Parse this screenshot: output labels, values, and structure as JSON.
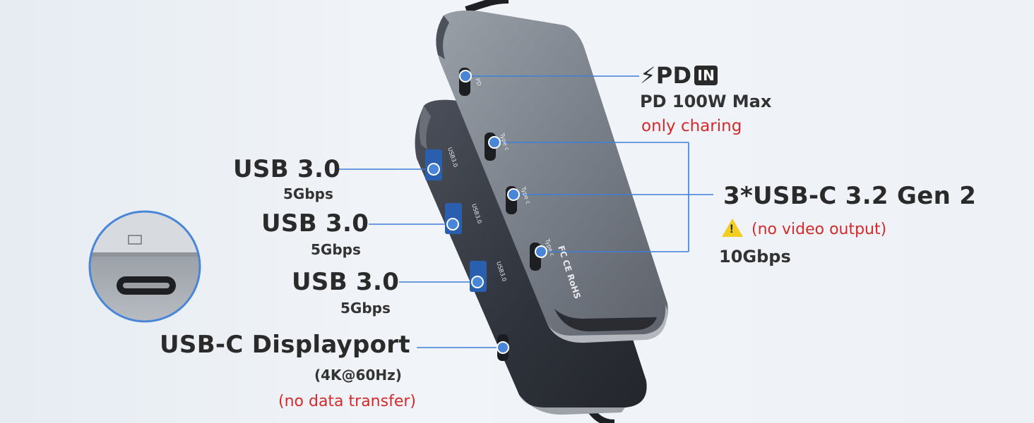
{
  "pd_in": {
    "label_pd": "PD",
    "label_in": "IN",
    "power": "PD 100W Max",
    "note": "only charing"
  },
  "usb_c_group": {
    "title": "3*USB-C 3.2 Gen 2",
    "warning": "(no video output)",
    "speed": "10Gbps"
  },
  "usb_a_ports": [
    {
      "label": "USB 3.0",
      "speed": "5Gbps"
    },
    {
      "label": "USB 3.0",
      "speed": "5Gbps"
    },
    {
      "label": "USB 3.0",
      "speed": "5Gbps"
    }
  ],
  "displayport": {
    "title": "USB-C Displayport",
    "resolution": "(4K@60Hz)",
    "note": "(no data transfer)"
  },
  "device_markings": {
    "pd": "PD",
    "type_c": "Type c",
    "usb30": "USB3.0",
    "cert": "FC CE RoHS"
  },
  "colors": {
    "line": "#3f7fd6",
    "dot": "#4a86d8",
    "warning_text": "#d42a2a",
    "hub_top": "#7c818b",
    "hub_bottom": "#30343d"
  }
}
